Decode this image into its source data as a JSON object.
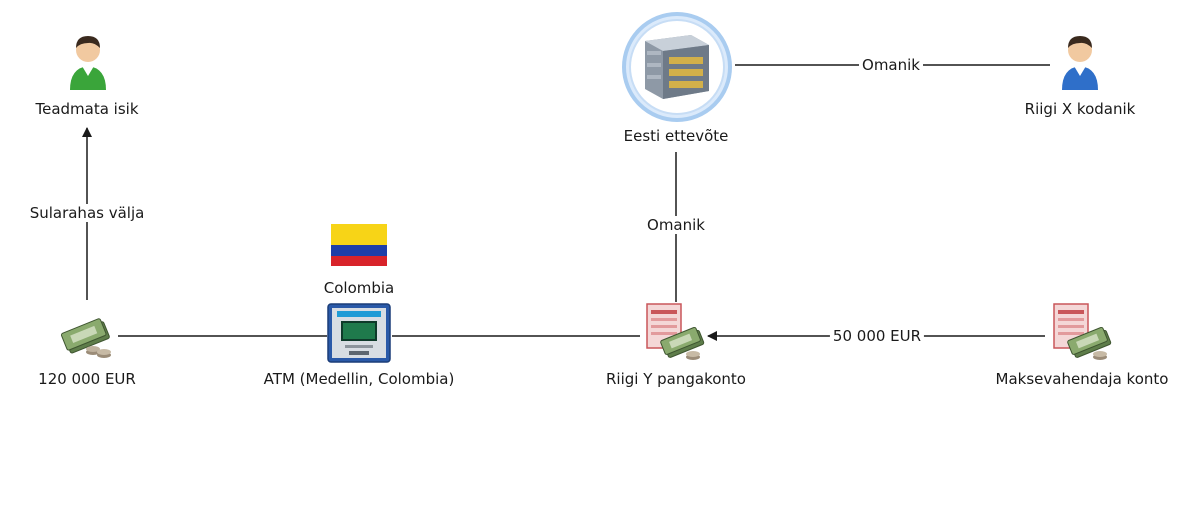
{
  "nodes": {
    "unknown_person": {
      "label": "Teadmata isik",
      "icon": "person-green-icon"
    },
    "cash_120": {
      "label": "120 000 EUR",
      "icon": "money-icon"
    },
    "atm": {
      "label": "ATM (Medellin, Colombia)",
      "icon": "atm-icon"
    },
    "colombia": {
      "label": "Colombia",
      "icon": "colombia-flag-icon"
    },
    "estonian_company": {
      "label": "Eesti ettevõte",
      "icon": "company-server-icon"
    },
    "citizen_x": {
      "label": "Riigi X kodanik",
      "icon": "person-blue-icon"
    },
    "bank_y": {
      "label": "Riigi Y pangakonto",
      "icon": "bank-account-icon"
    },
    "payment_account": {
      "label": "Maksevahendaja konto",
      "icon": "bank-account-icon"
    }
  },
  "edges": {
    "cash_withdrawal": "Sularahas välja",
    "owner_company_citizen": "Omanik",
    "owner_bank_company": "Omanik",
    "transfer_amount": "50 000 EUR"
  },
  "colors": {
    "line": "#1a1a1a",
    "company_halo": "#a9ccf0",
    "person_green": "#3aa53a",
    "person_blue": "#2f6fc9",
    "flag_yellow": "#f7d417",
    "flag_blue": "#1e3ea8",
    "flag_red": "#d8232a",
    "money_green": "#6d8f55",
    "account_red": "#c9565a"
  }
}
